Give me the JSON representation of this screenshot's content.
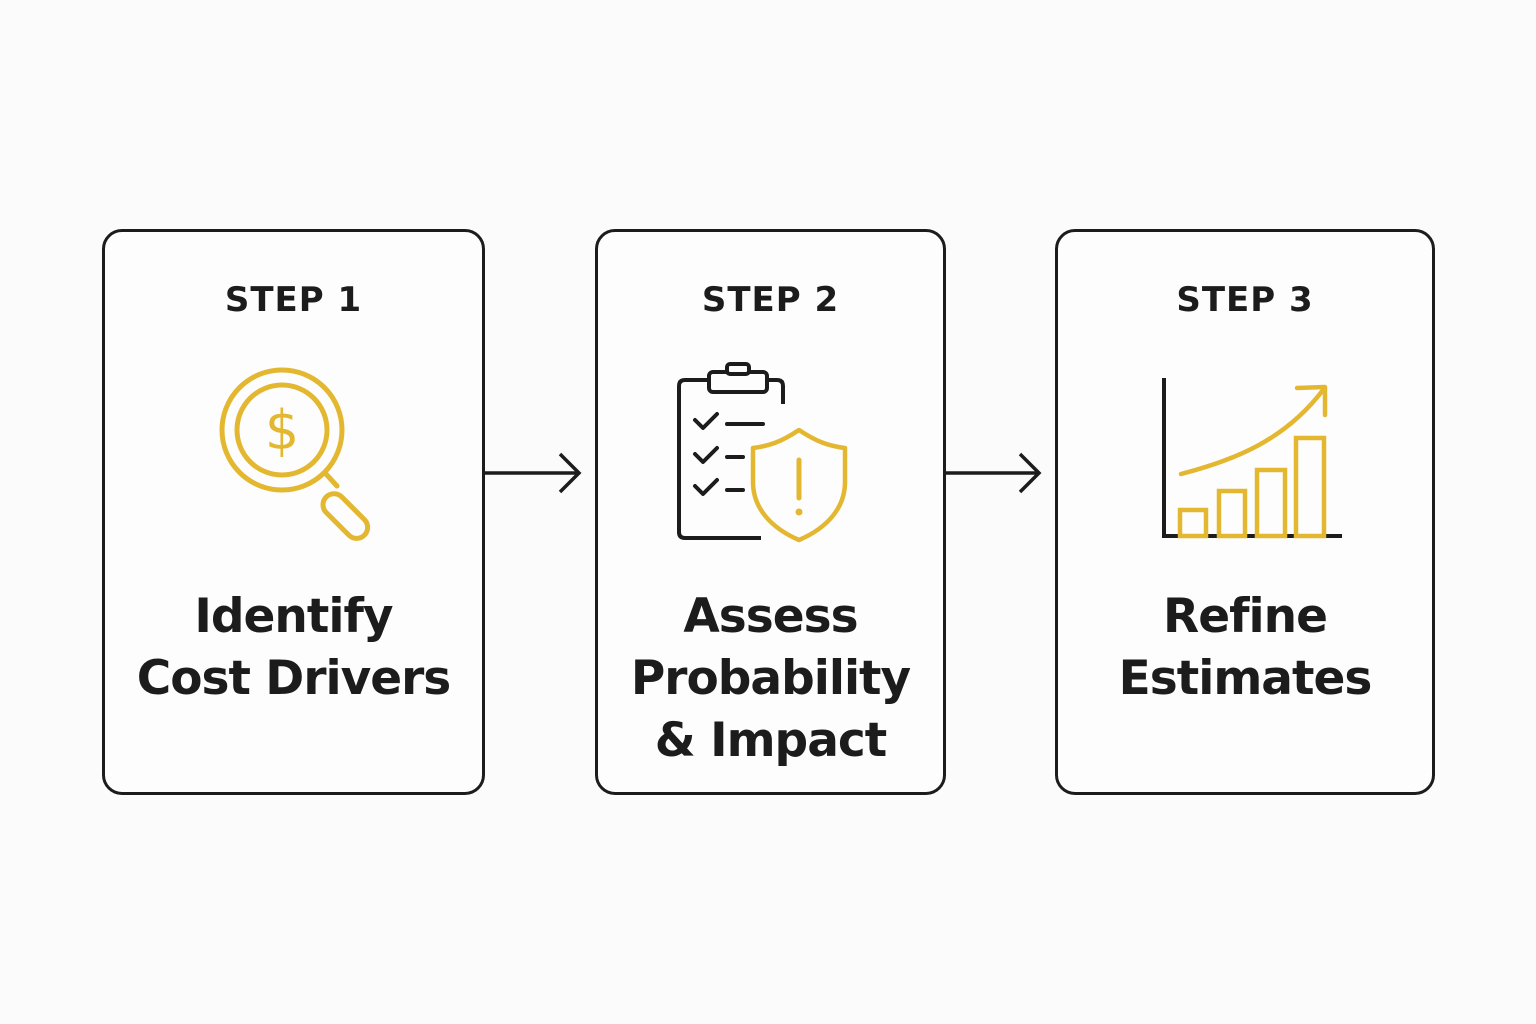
{
  "colors": {
    "accent": "#e4b730",
    "ink": "#1c1c1c",
    "background": "#fbfbfb"
  },
  "steps": [
    {
      "label": "STEP 1",
      "icon": "magnifier-dollar-icon",
      "title_lines": [
        "Identify",
        "Cost Drivers"
      ]
    },
    {
      "label": "STEP 2",
      "icon": "clipboard-shield-icon",
      "title_lines": [
        "Assess",
        "Probability",
        "& Impact"
      ]
    },
    {
      "label": "STEP 3",
      "icon": "growth-chart-icon",
      "title_lines": [
        "Refine",
        "Estimates"
      ]
    }
  ],
  "connectors": [
    "arrow-right-icon",
    "arrow-right-icon"
  ]
}
